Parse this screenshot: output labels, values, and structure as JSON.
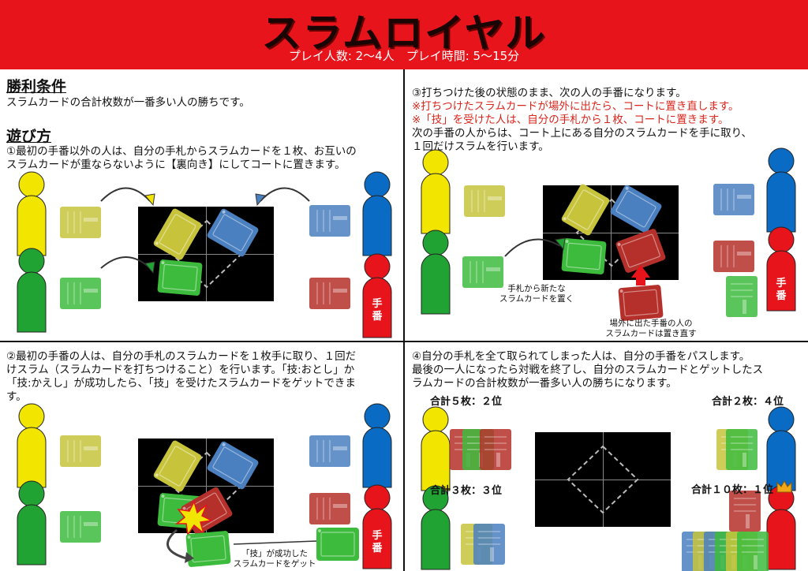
{
  "header": {
    "title": "スラムロイヤル",
    "subtitle": "プレイ人数: 2～4人　プレイ時間: 5～15分"
  },
  "win": {
    "heading": "勝利条件",
    "text": "スラムカードの合計枚数が一番多い人の勝ちです。"
  },
  "howto": {
    "heading": "遊び方",
    "step1": [
      "①最初の手番以外の人は、自分の手札からスラムカードを１枚、お互いの",
      "スラムカードが重ならないように【裏向き】にしてコートに置きます。"
    ],
    "step2": [
      "②最初の手番の人は、自分の手札のスラムカードを１枚手に取り、１回だ",
      "けスラム（スラムカードを打ちつけること）を行います。「技:おとし」か",
      "「技:かえし」が成功したら、「技」を受けたスラムカードをゲットできま",
      "す。"
    ],
    "step3": [
      "③打ちつけた後の状態のまま、次の人の手番になります。",
      "※打ちつけたスラムカードが場外に出たら、コートに置き直します。",
      "※「技」を受けた人は、自分の手札から１枚、コートに置きます。",
      "次の手番の人からは、コート上にある自分のスラムカードを手に取り、",
      "１回だけスラムを行います。"
    ],
    "step4": [
      "④自分の手札を全て取られてしまった人は、自分の手番をパスします。",
      "最後の一人になったら対戦を終了し、自分のスラムカードとゲットしたス",
      "ラムカードの合計枚数が一番多い人の勝ちになります。"
    ]
  },
  "turn_label": [
    "手",
    "番"
  ],
  "labels": {
    "new_card": [
      "手札から新たな",
      "スラムカードを置く"
    ],
    "out_card": [
      "場外に出た手番の人の",
      "スラムカードは置き直す"
    ],
    "got_card": [
      "「技」が成功した",
      "スラムカードをゲット"
    ]
  },
  "ranks": {
    "yellow": "合計５枚：２位",
    "blue": "合計２枚：４位",
    "green": "合計３枚：３位",
    "red": "合計１０枚：１位"
  },
  "colors": {
    "yellow": "#f2e600",
    "blue": "#0a6bc4",
    "green": "#21a334",
    "red": "#e8141b",
    "card_yellow": "#c7c43c",
    "card_blue": "#4a7fc0",
    "card_green": "#3dbb3d",
    "card_red": "#b5302a"
  }
}
